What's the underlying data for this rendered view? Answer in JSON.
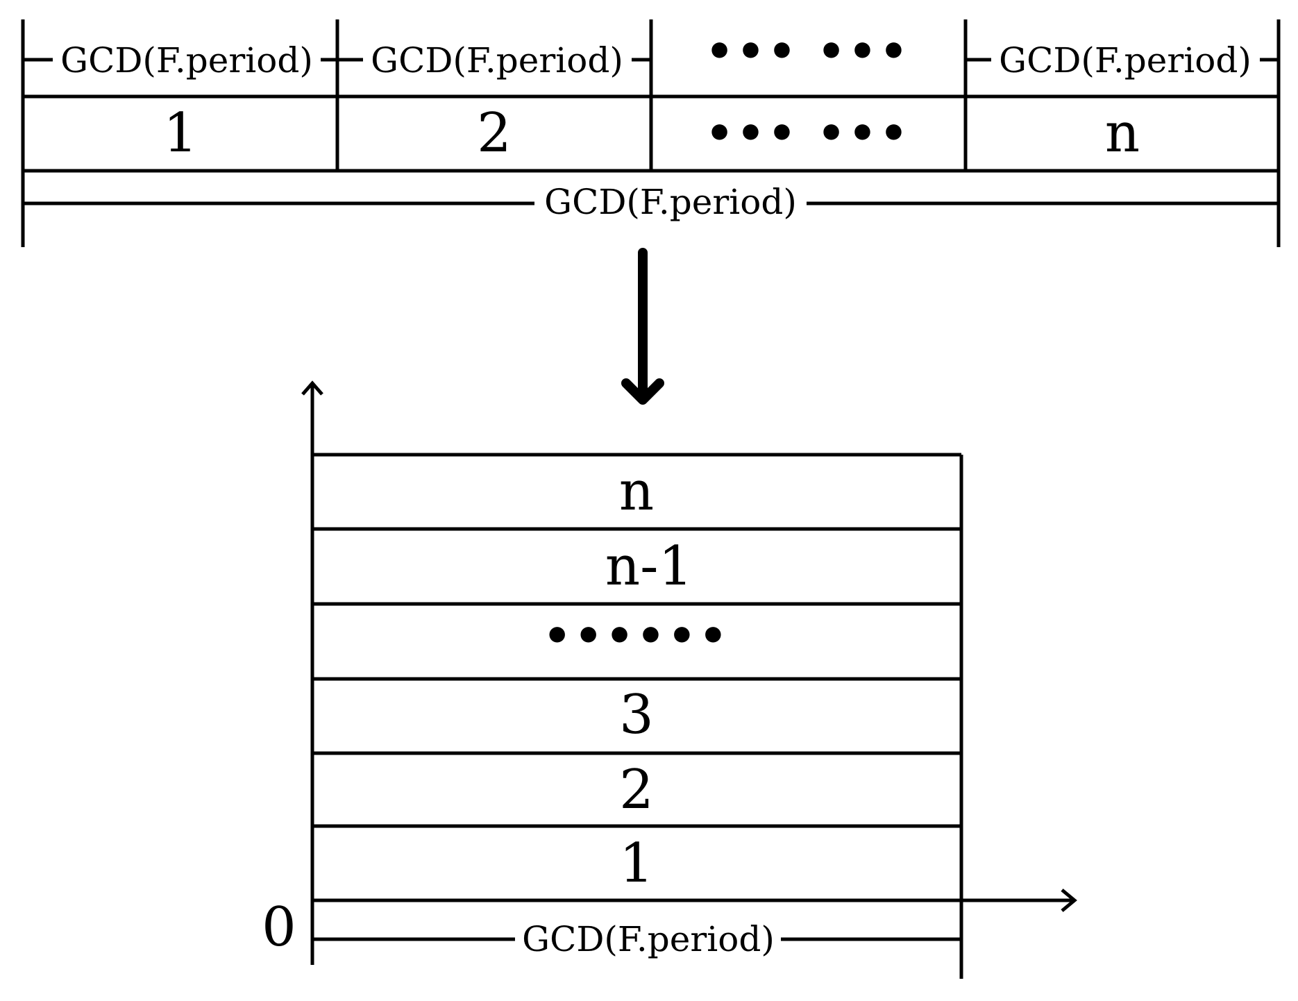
{
  "top_strip": {
    "segment_labels": [
      "GCD(F.period)",
      "GCD(F.period)",
      "••• •••",
      "GCD(F.period)"
    ],
    "segment_numbers": [
      "1",
      "2",
      "••• •••",
      "n"
    ],
    "total_label": "GCD(F.period)"
  },
  "stack": {
    "rows_top_to_bottom": [
      "n",
      "n-1",
      "••••••",
      "3",
      "2",
      "1"
    ],
    "origin_label": "0",
    "width_label": "GCD(F.period)"
  }
}
